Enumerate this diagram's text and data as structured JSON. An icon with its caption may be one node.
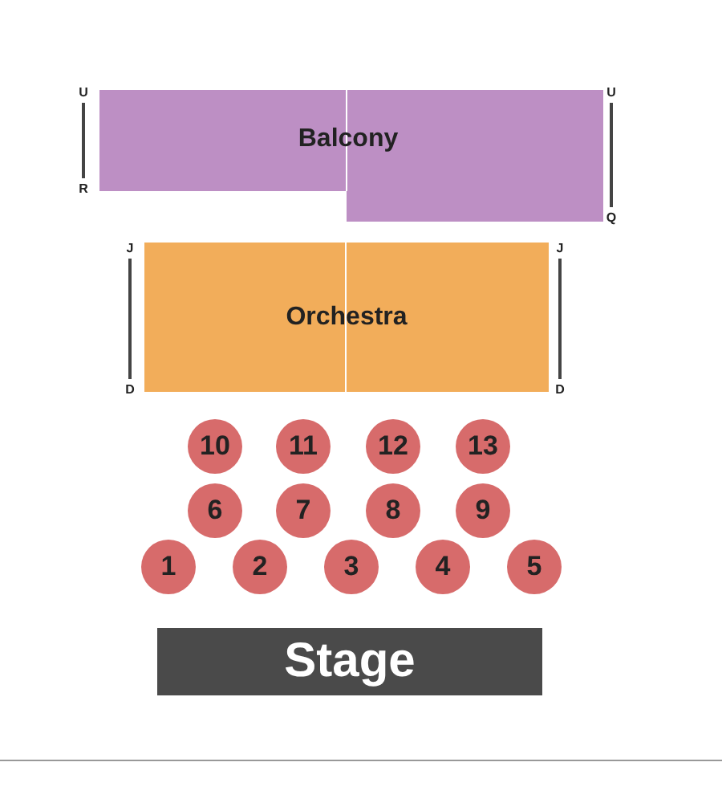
{
  "diagram": {
    "nodes": [
      {
        "text": [
          "Balcony"
        ]
      },
      {
        "text": [
          "Orchestra"
        ]
      },
      {
        "text": [
          "10"
        ]
      },
      {
        "text": [
          "11"
        ]
      },
      {
        "text": [
          "12"
        ]
      },
      {
        "text": [
          "13"
        ]
      },
      {
        "text": [
          "6"
        ]
      },
      {
        "text": [
          "7"
        ]
      },
      {
        "text": [
          "8"
        ]
      },
      {
        "text": [
          "9"
        ]
      },
      {
        "text": [
          "1"
        ]
      },
      {
        "text": [
          "2"
        ]
      },
      {
        "text": [
          "3"
        ]
      },
      {
        "text": [
          "4"
        ]
      },
      {
        "text": [
          "5"
        ]
      },
      {
        "text": [
          "Stage"
        ]
      }
    ],
    "edges": [],
    "labels": [
      "U",
      "R",
      "U",
      "Q",
      "J",
      "D",
      "J",
      "D"
    ]
  }
}
